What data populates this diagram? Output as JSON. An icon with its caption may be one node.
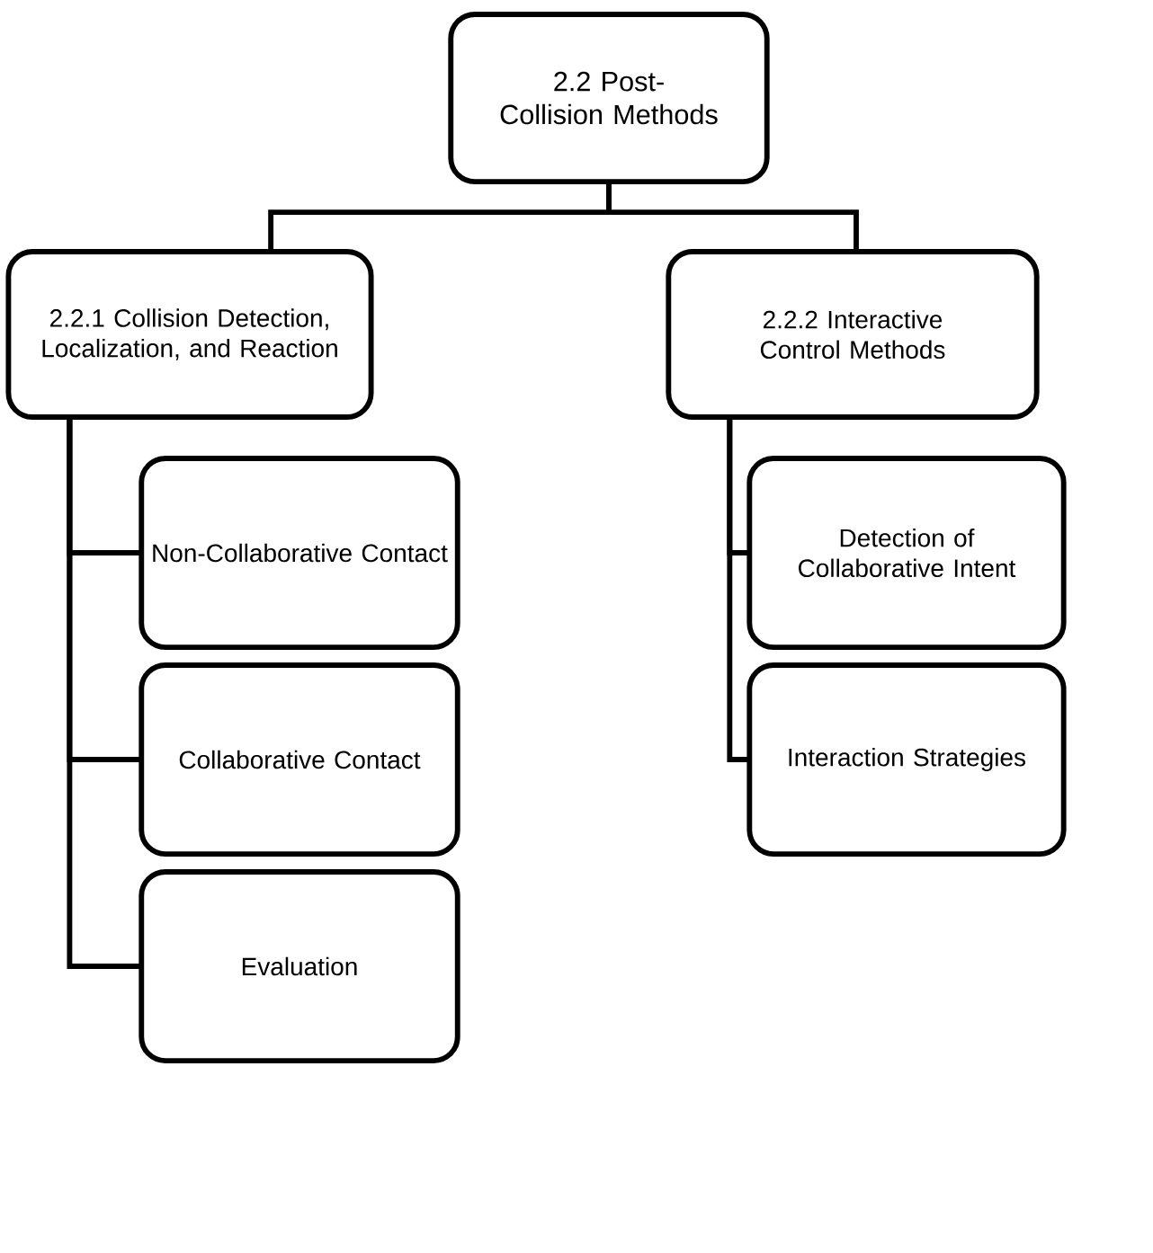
{
  "diagram": {
    "nodes": [
      {
        "text": [
          "2.2 Post-Collision Methods"
        ]
      },
      {
        "text": [
          "2.2.1 Collision Detection, Localization, and Reaction"
        ]
      },
      {
        "text": [
          "2.2.2 Interactive Control Methods"
        ]
      },
      {
        "text": [
          "Non-Collaborative Contact"
        ]
      },
      {
        "text": [
          "Collaborative Contact"
        ]
      },
      {
        "text": [
          "Evaluation"
        ]
      },
      {
        "text": [
          "Detection of Collaborative Intent"
        ]
      },
      {
        "text": [
          "Interaction Strategies"
        ]
      }
    ],
    "edges": [
      {
        "from": 0,
        "to": 1,
        "arrow": "none"
      },
      {
        "from": 0,
        "to": 2,
        "arrow": "none"
      },
      {
        "from": 1,
        "to": 3,
        "arrow": "none"
      },
      {
        "from": 1,
        "to": 4,
        "arrow": "none"
      },
      {
        "from": 1,
        "to": 5,
        "arrow": "none"
      },
      {
        "from": 2,
        "to": 6,
        "arrow": "none"
      },
      {
        "from": 2,
        "to": 7,
        "arrow": "none"
      }
    ]
  }
}
